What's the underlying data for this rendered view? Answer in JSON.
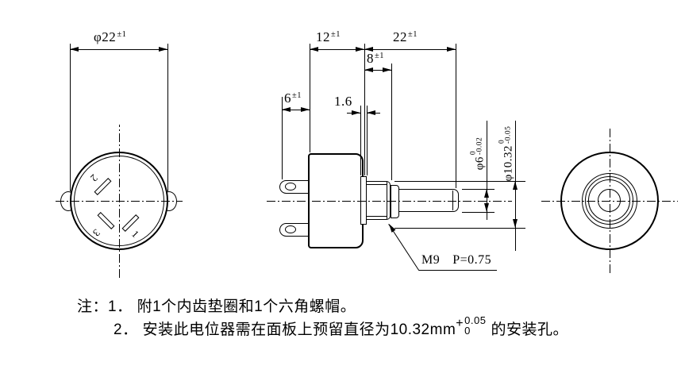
{
  "drawing": {
    "front_view": {
      "dim_diameter": {
        "value": "φ22",
        "tol": "±1"
      },
      "terminals": [
        {
          "label": "2"
        },
        {
          "label": "3"
        },
        {
          "label": "1"
        }
      ]
    },
    "side_view": {
      "dim_body_width": {
        "value": "12",
        "tol": "±1"
      },
      "dim_shaft_length": {
        "value": "22",
        "tol": "±1"
      },
      "dim_bushing_length": {
        "value": "8",
        "tol": "±1"
      },
      "dim_terminal_length": {
        "value": "6",
        "tol": "±1"
      },
      "dim_washer_thickness": {
        "value": "1.6"
      },
      "dim_shaft_diameter": {
        "value": "φ6",
        "tol_upper": "0",
        "tol_lower": "-0.02"
      },
      "dim_bushing_diameter": {
        "value": "φ10.32",
        "tol_upper": "0",
        "tol_lower": "-0.05"
      },
      "thread_callout": {
        "label": "M9",
        "pitch": "P=0.75"
      }
    },
    "notes": {
      "prefix": "注：",
      "items": [
        {
          "num": "1．",
          "text": "附1个内齿垫圈和1个六角螺帽。"
        },
        {
          "num": "2．",
          "text_before": "安装此电位器需在面板上预留直径为10.32mm",
          "tol_plus": "+",
          "tol_upper": "0.05",
          "tol_lower": "0",
          "text_after": "的安装孔。"
        }
      ]
    }
  }
}
